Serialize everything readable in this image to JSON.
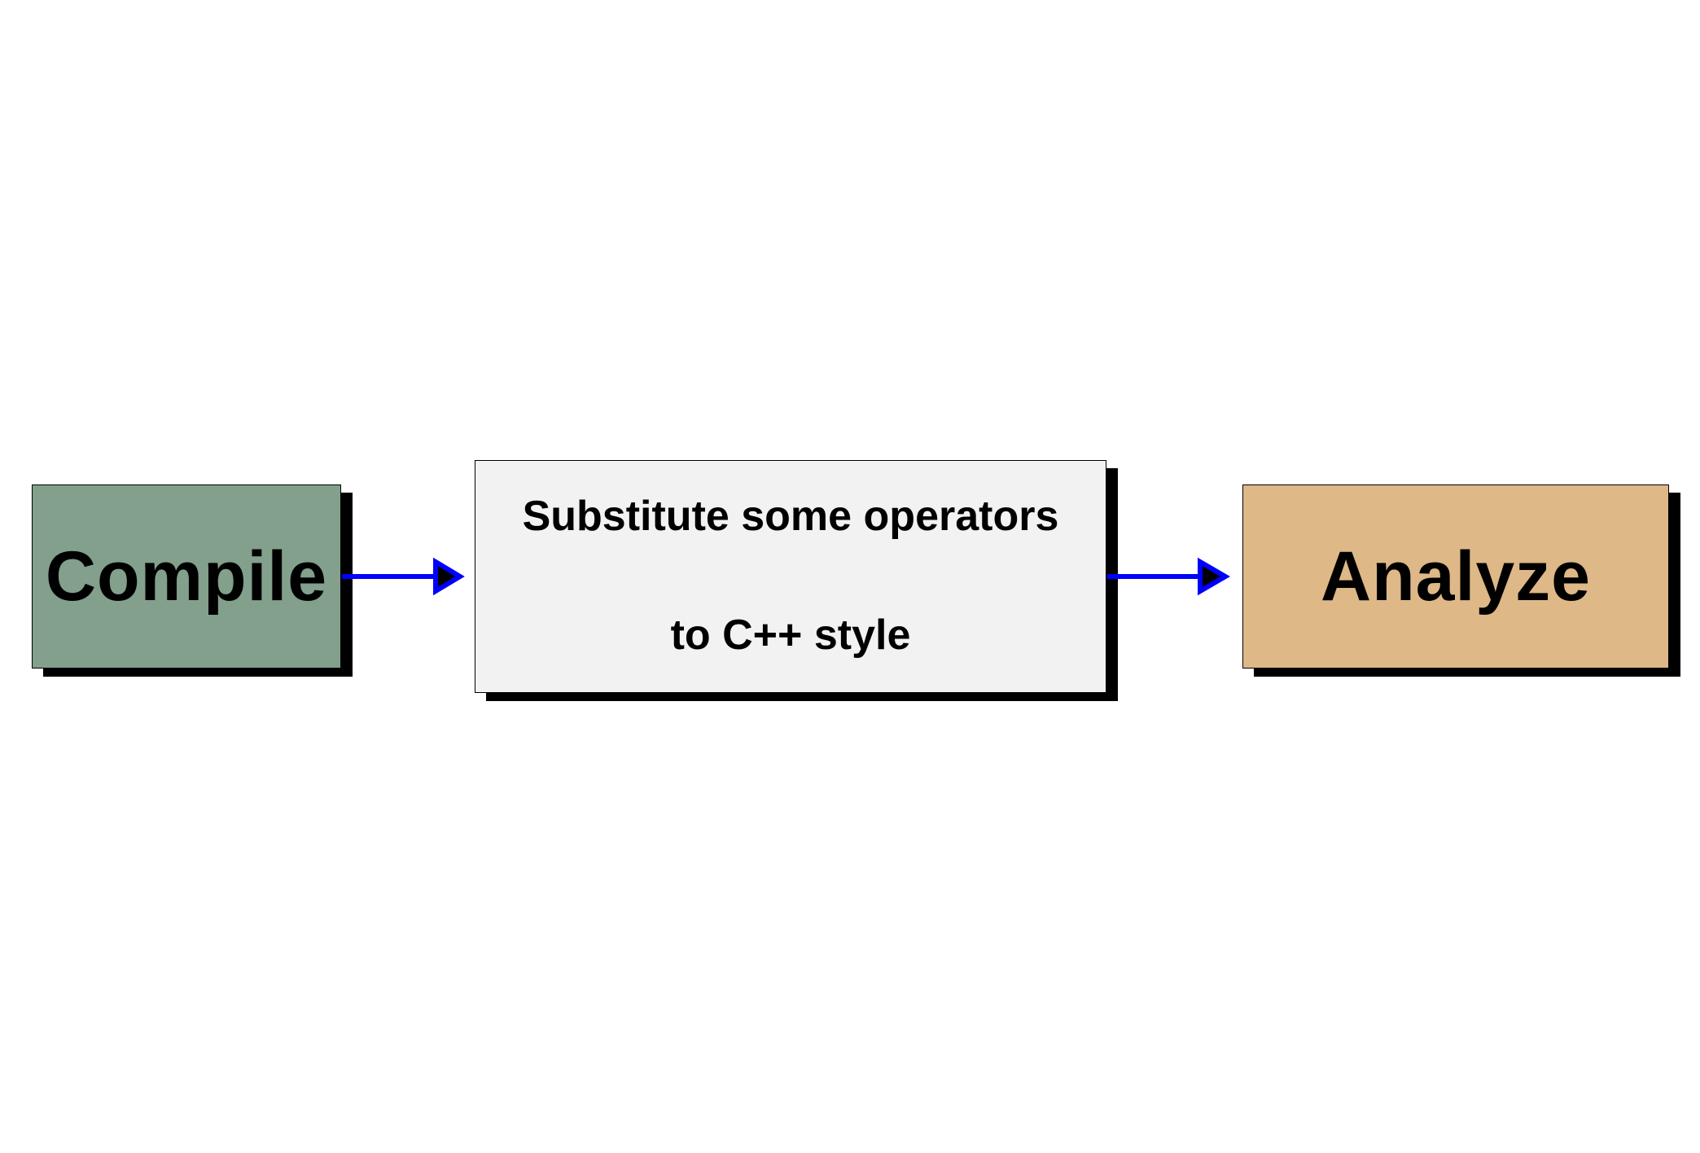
{
  "diagram": {
    "nodes": [
      {
        "id": "compile",
        "label": "Compile",
        "fill": "#82A08C"
      },
      {
        "id": "substitute",
        "lines": [
          "Substitute some operators",
          "to C++ style"
        ],
        "fill": "#F2F2F2"
      },
      {
        "id": "analyze",
        "label": "Analyze",
        "fill": "#DEB887"
      }
    ],
    "edges": [
      {
        "from": "compile",
        "to": "substitute",
        "color": "#0000FF"
      },
      {
        "from": "substitute",
        "to": "analyze",
        "color": "#0000FF"
      }
    ]
  }
}
